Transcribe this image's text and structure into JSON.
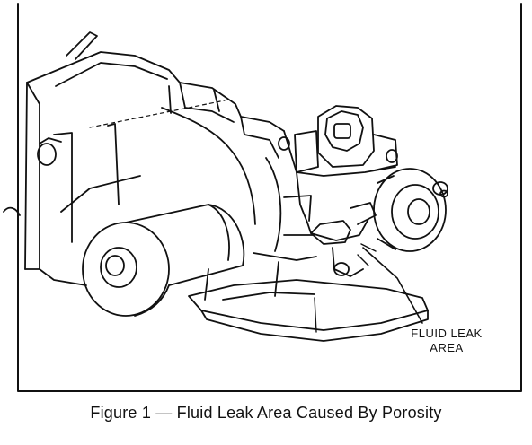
{
  "figure": {
    "callout_line1": "FLUID LEAK",
    "callout_line2": "AREA",
    "caption": "Figure 1 — Fluid Leak Area Caused By Porosity"
  },
  "colors": {
    "ink": "#111111",
    "paper": "#ffffff"
  }
}
